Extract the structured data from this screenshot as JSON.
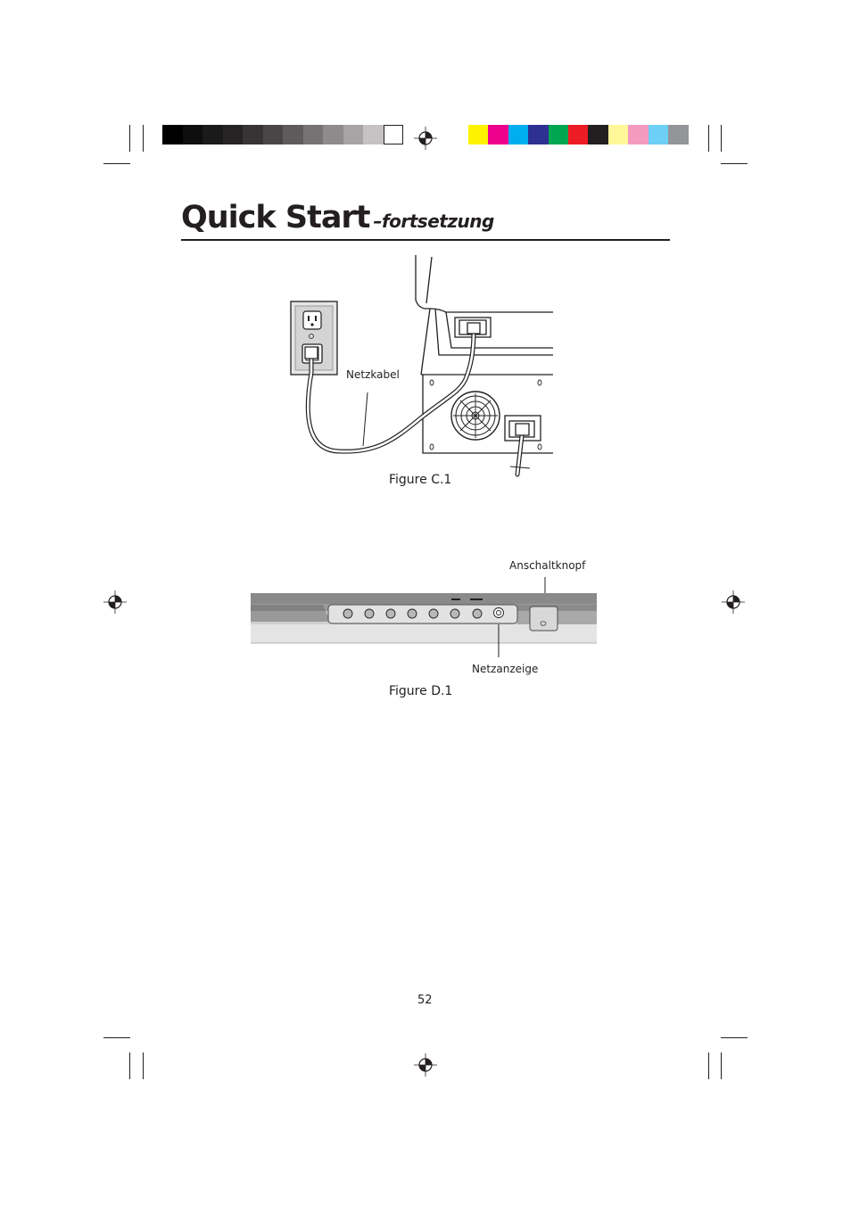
{
  "header": {
    "title": "Quick Start",
    "subtitle": "–fortsetzung"
  },
  "registration": {
    "gray_swatches": [
      "#000000",
      "#0e0e0e",
      "#1a1a1a",
      "#262324",
      "#383435",
      "#4a4546",
      "#5f5a5b",
      "#777273",
      "#8f8a8b",
      "#a8a3a4",
      "#c6c2c3",
      "#ffffff"
    ],
    "color_swatches": [
      "#fff200",
      "#ec008c",
      "#00aeef",
      "#2e3192",
      "#00a651",
      "#ed1c24",
      "#231f20",
      "#fff799",
      "#f49ac1",
      "#6dcff6",
      "#939598"
    ]
  },
  "figure_c1": {
    "cable_label": "Netzkabel",
    "caption": "Figure C.1"
  },
  "figure_d1": {
    "power_button_label": "Anschaltknopf",
    "power_indicator_label": "Netzanzeige",
    "caption": "Figure D.1"
  },
  "footer": {
    "page_number": "52"
  }
}
